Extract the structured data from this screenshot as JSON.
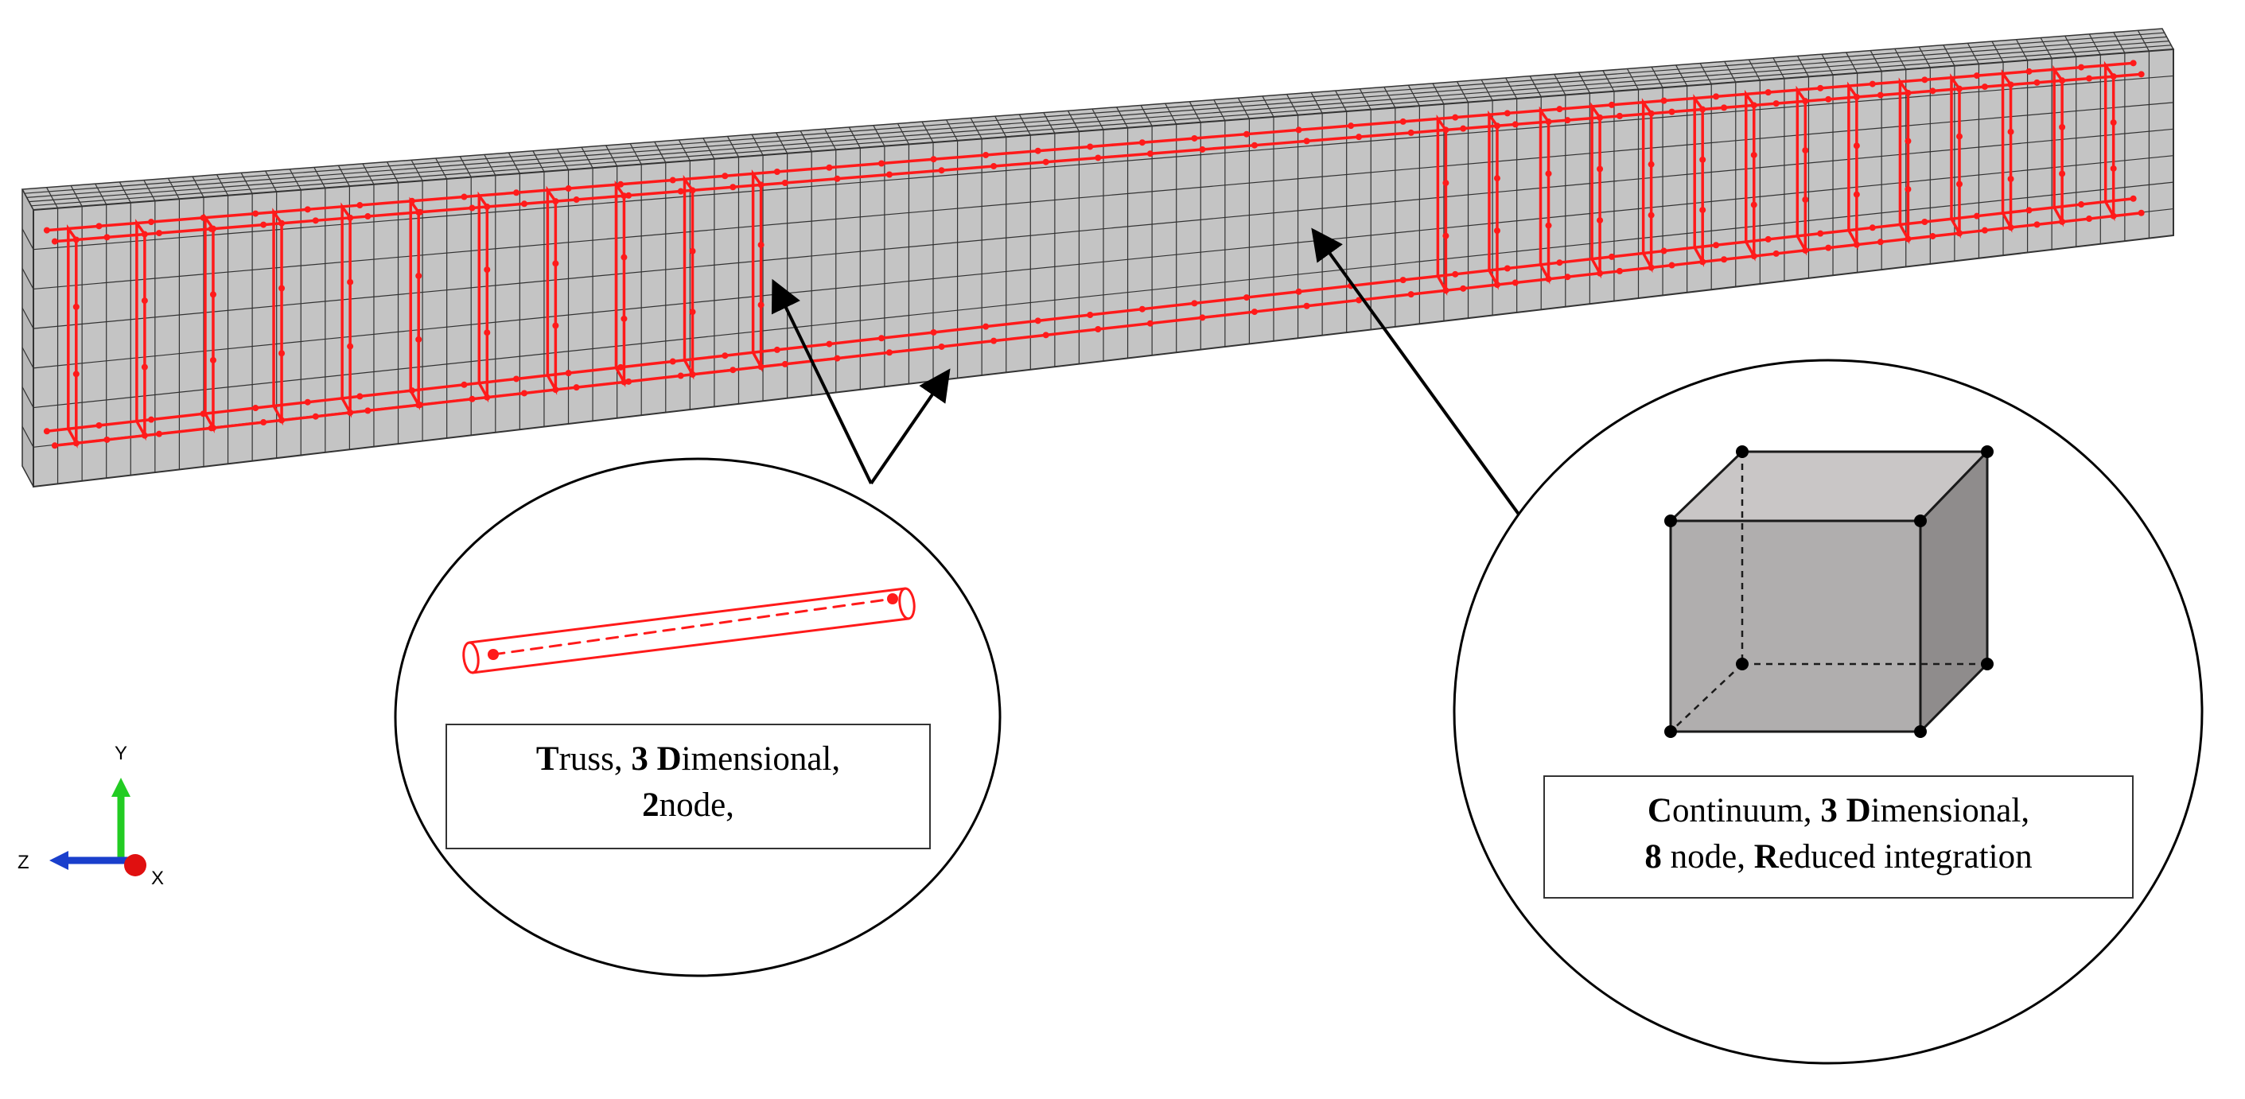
{
  "truss_label": {
    "l1": [
      [
        "T",
        "b"
      ],
      [
        "russ, ",
        ""
      ],
      [
        "3 D",
        "b"
      ],
      [
        "imensional,",
        ""
      ]
    ],
    "l2": [
      [
        "2",
        "b"
      ],
      [
        "node,",
        ""
      ]
    ]
  },
  "c3d_label": {
    "l1": [
      [
        "C",
        "b"
      ],
      [
        "ontinuum, ",
        ""
      ],
      [
        "3 D",
        "b"
      ],
      [
        "imensional,",
        ""
      ]
    ],
    "l2": [
      [
        "8",
        "b"
      ],
      [
        " node, ",
        ""
      ],
      [
        "R",
        "b"
      ],
      [
        "educed integration",
        ""
      ]
    ]
  },
  "axes": {
    "y": "Y",
    "z": "Z",
    "x": "X"
  },
  "colors": {
    "rebar": "#ff1a1a",
    "mesh_fill": "#c4c4c4",
    "mesh_line": "#333333",
    "cube_front": "#b0aeae",
    "cube_side": "#8f8c8c",
    "cube_top": "#c9c6c6",
    "axis_y": "#22cc22",
    "axis_z": "#1a3fcc",
    "axis_x": "#e01010"
  }
}
